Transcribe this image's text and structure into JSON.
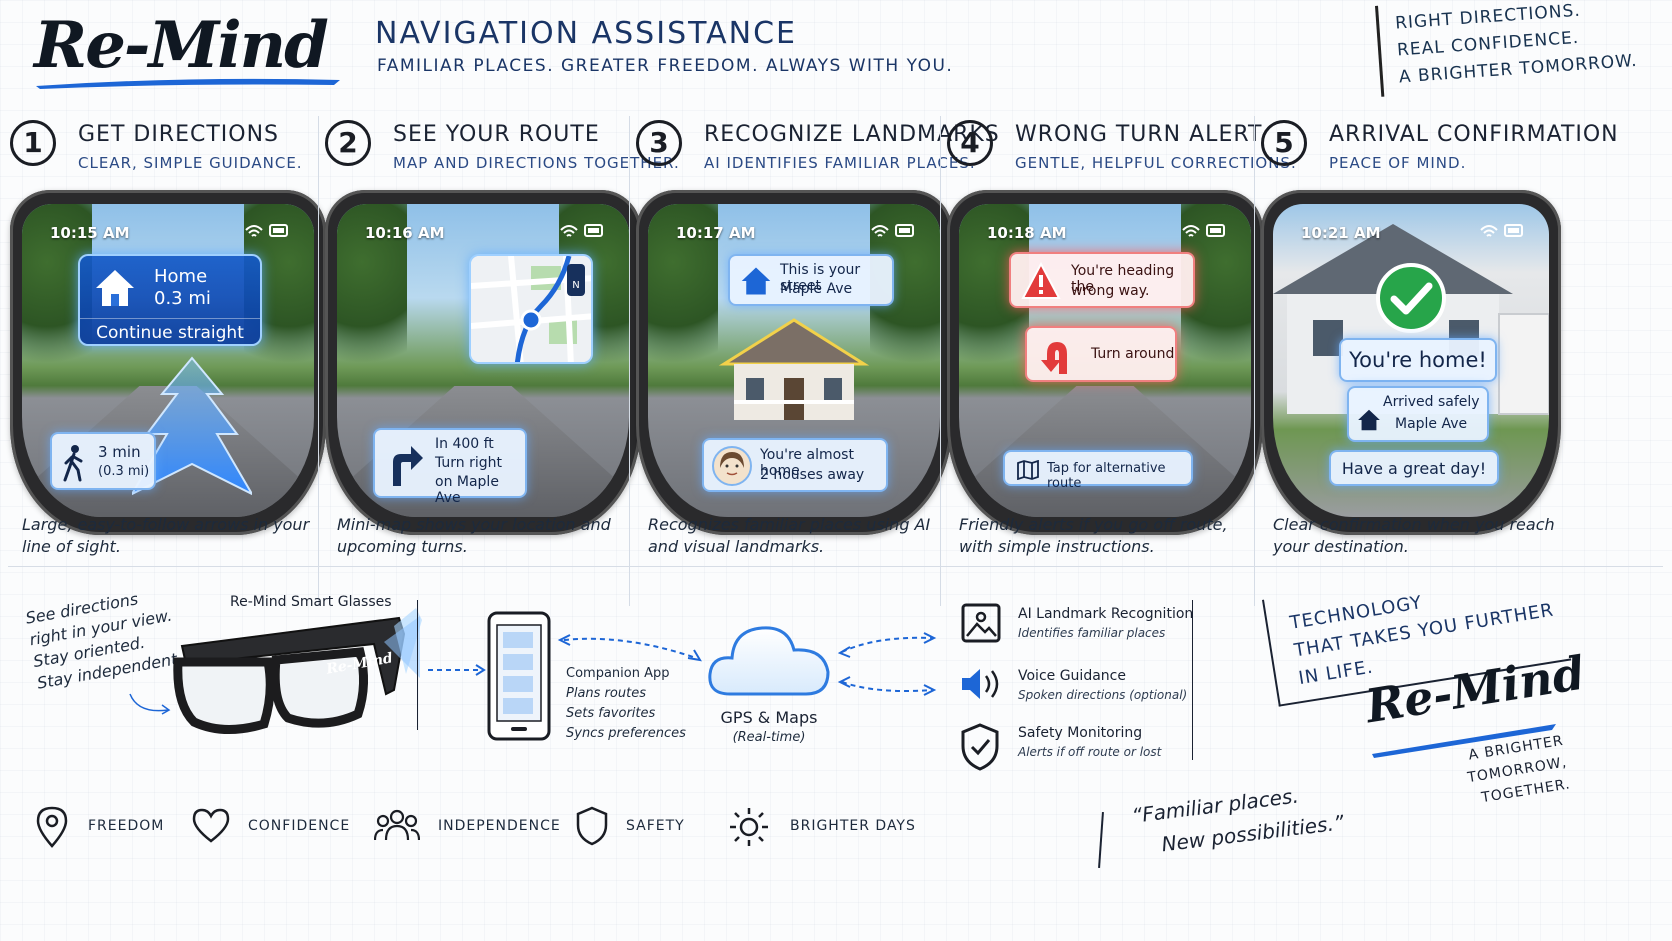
{
  "header": {
    "logo": "Re-Mind",
    "title": "NAVIGATION ASSISTANCE",
    "subtitle": "FAMILIAR PLACES. GREATER FREEDOM. ALWAYS WITH YOU.",
    "tagline": [
      "RIGHT DIRECTIONS.",
      "REAL CONFIDENCE.",
      "A BRIGHTER TOMORROW."
    ]
  },
  "steps": [
    {
      "num": "1",
      "title": "GET DIRECTIONS",
      "subtitle": "CLEAR, SIMPLE GUIDANCE.",
      "time": "10:15 AM",
      "card_title": "Home",
      "card_distance": "0.3 mi",
      "card_action": "Continue straight",
      "eta_time": "3 min",
      "eta_dist": "(0.3 mi)",
      "caption": "Large, easy-to-follow arrows in your line of sight."
    },
    {
      "num": "2",
      "title": "SEE YOUR ROUTE",
      "subtitle": "MAP AND DIRECTIONS TOGETHER.",
      "time": "10:16 AM",
      "map_north": "N",
      "turn_dist": "In 400 ft",
      "turn_action": "Turn right",
      "turn_street": "on Maple Ave",
      "caption": "Mini-map shows your location and upcoming turns."
    },
    {
      "num": "3",
      "title": "RECOGNIZE LANDMARKS",
      "subtitle": "AI IDENTIFIES FAMILIAR PLACES.",
      "time": "10:17 AM",
      "street_line1": "This is your street",
      "street_line2": "Maple Ave",
      "almost_line1": "You're almost home",
      "almost_line2": "2 houses away",
      "caption": "Recognizes familiar places using AI and visual landmarks."
    },
    {
      "num": "4",
      "title": "WRONG TURN ALERT",
      "subtitle": "GENTLE, HELPFUL CORRECTIONS.",
      "time": "10:18 AM",
      "alert_line1": "You're heading the",
      "alert_line2": "wrong way.",
      "turn_around": "Turn around",
      "alt_route": "Tap for alternative route",
      "caption": "Friendly alerts if you go off route, with simple instructions."
    },
    {
      "num": "5",
      "title": "ARRIVAL CONFIRMATION",
      "subtitle": "PEACE OF MIND.",
      "time": "10:21 AM",
      "home_msg": "You're home!",
      "arrived_line1": "Arrived safely",
      "arrived_line2": "Maple Ave",
      "great_day": "Have a great day!",
      "caption": "Clear confirmation when you reach your destination."
    }
  ],
  "bottom": {
    "see_directions": [
      "See directions",
      "right in your view.",
      "Stay oriented.",
      "Stay independent."
    ],
    "glasses_label": "Re-Mind Smart Glasses",
    "glasses_brand": "Re-Mind",
    "companion_title": "Companion App",
    "companion_items": [
      "Plans routes",
      "Sets favorites",
      "Syncs preferences"
    ],
    "cloud_title": "GPS & Maps",
    "cloud_sub": "(Real-time)",
    "features": [
      {
        "title": "AI Landmark Recognition",
        "desc": "Identifies familiar places",
        "icon": "image-icon"
      },
      {
        "title": "Voice Guidance",
        "desc": "Spoken directions (optional)",
        "icon": "speaker-icon"
      },
      {
        "title": "Safety Monitoring",
        "desc": "Alerts if off route or lost",
        "icon": "shield-check-icon"
      }
    ],
    "tech_tagline": [
      "TECHNOLOGY",
      "THAT TAKES YOU FURTHER",
      "IN LIFE."
    ],
    "footer_logo": "Re-Mind",
    "footer_tagline": [
      "A BRIGHTER TOMORROW,",
      "TOGETHER."
    ],
    "quote": [
      "“Familiar places.",
      "New possibilities.”"
    ],
    "values": [
      {
        "label": "FREEDOM",
        "icon": "location-pin-icon"
      },
      {
        "label": "CONFIDENCE",
        "icon": "heart-icon"
      },
      {
        "label": "INDEPENDENCE",
        "icon": "people-icon"
      },
      {
        "label": "SAFETY",
        "icon": "shield-icon"
      },
      {
        "label": "BRIGHTER DAYS",
        "icon": "sun-icon"
      }
    ]
  },
  "colors": {
    "accent_blue": "#1d66d6",
    "glow_blue": "#9fd0ff",
    "alert_red": "#e23b3b",
    "success_green": "#27a54a",
    "ink": "#1a2232"
  }
}
